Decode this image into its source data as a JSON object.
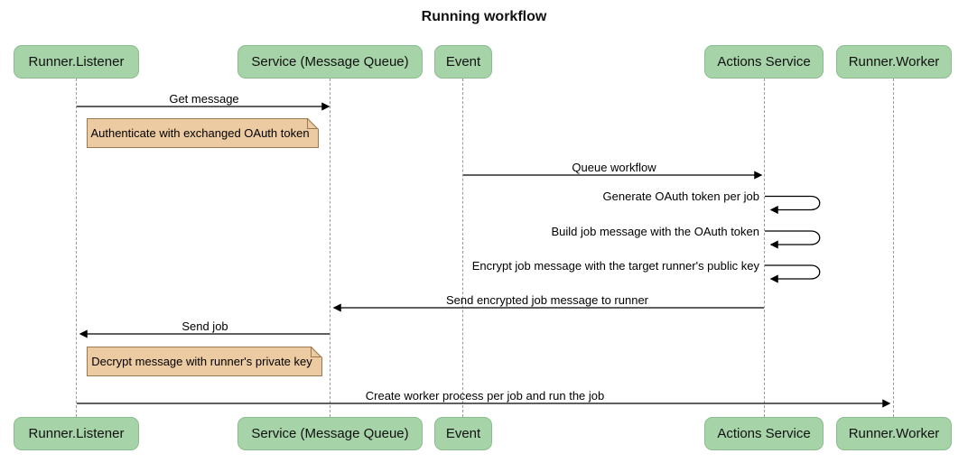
{
  "title": "Running workflow",
  "actors": [
    {
      "label": "Runner.Listener"
    },
    {
      "label": "Service (Message Queue)"
    },
    {
      "label": "Event"
    },
    {
      "label": "Actions Service"
    },
    {
      "label": "Runner.Worker"
    }
  ],
  "messages": [
    {
      "label": "Get message",
      "from": "Runner.Listener",
      "to": "Service (Message Queue)",
      "type": "solid-arrow"
    },
    {
      "label": "Queue workflow",
      "from": "Event",
      "to": "Actions Service",
      "type": "solid-arrow"
    },
    {
      "label": "Generate OAuth token per job",
      "from": "Actions Service",
      "to": "Actions Service",
      "type": "self-loop"
    },
    {
      "label": "Build job message with the OAuth token",
      "from": "Actions Service",
      "to": "Actions Service",
      "type": "self-loop"
    },
    {
      "label": "Encrypt job message with the target runner's public key",
      "from": "Actions Service",
      "to": "Actions Service",
      "type": "self-loop"
    },
    {
      "label": "Send encrypted job message to runner",
      "from": "Actions Service",
      "to": "Service (Message Queue)",
      "type": "solid-arrow"
    },
    {
      "label": "Send job",
      "from": "Service (Message Queue)",
      "to": "Runner.Listener",
      "type": "solid-arrow"
    },
    {
      "label": "Create worker process per job and run the job",
      "from": "Runner.Listener",
      "to": "Runner.Worker",
      "type": "solid-arrow"
    }
  ],
  "notes": [
    {
      "label": "Authenticate with exchanged OAuth token",
      "over": "Runner.Listener"
    },
    {
      "label": "Decrypt message with runner's private key",
      "over": "Runner.Listener"
    }
  ],
  "colors": {
    "actor_fill": "#A6D3A8",
    "actor_border": "#8ABD8D",
    "note_fill": "#ECCBA2",
    "note_border": "#9B7850",
    "lifeline": "#9A9A9A",
    "arrow": "#000000",
    "background": "#FFFFFF"
  }
}
